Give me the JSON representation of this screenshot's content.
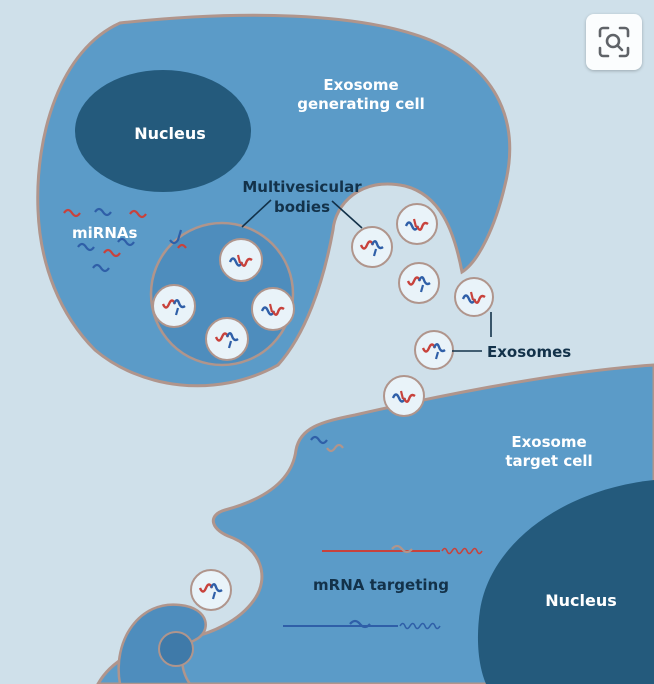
{
  "labels": {
    "nucleus_top": "Nucleus",
    "generating_cell": [
      "Exosome",
      "generating cell"
    ],
    "multivesicular": [
      "Multivesicular",
      "bodies"
    ],
    "mirnas": "miRNAs",
    "exosomes": "Exosomes",
    "target_cell": [
      "Exosome",
      "target cell"
    ],
    "mrna_targeting": "mRNA targeting",
    "nucleus_bottom": "Nucleus"
  },
  "colors": {
    "background": "#cfe0ea",
    "cell": "#5b9bc8",
    "membrane": "#b0958c",
    "nucleus": "#245a7c",
    "vesicle": "#e9f3f9",
    "rna_red": "#c8423c",
    "rna_blue": "#2f5fa8",
    "label_light": "#ffffff",
    "label_dark": "#13324a"
  },
  "toolbar": {
    "lens_icon": "image-search-icon"
  }
}
